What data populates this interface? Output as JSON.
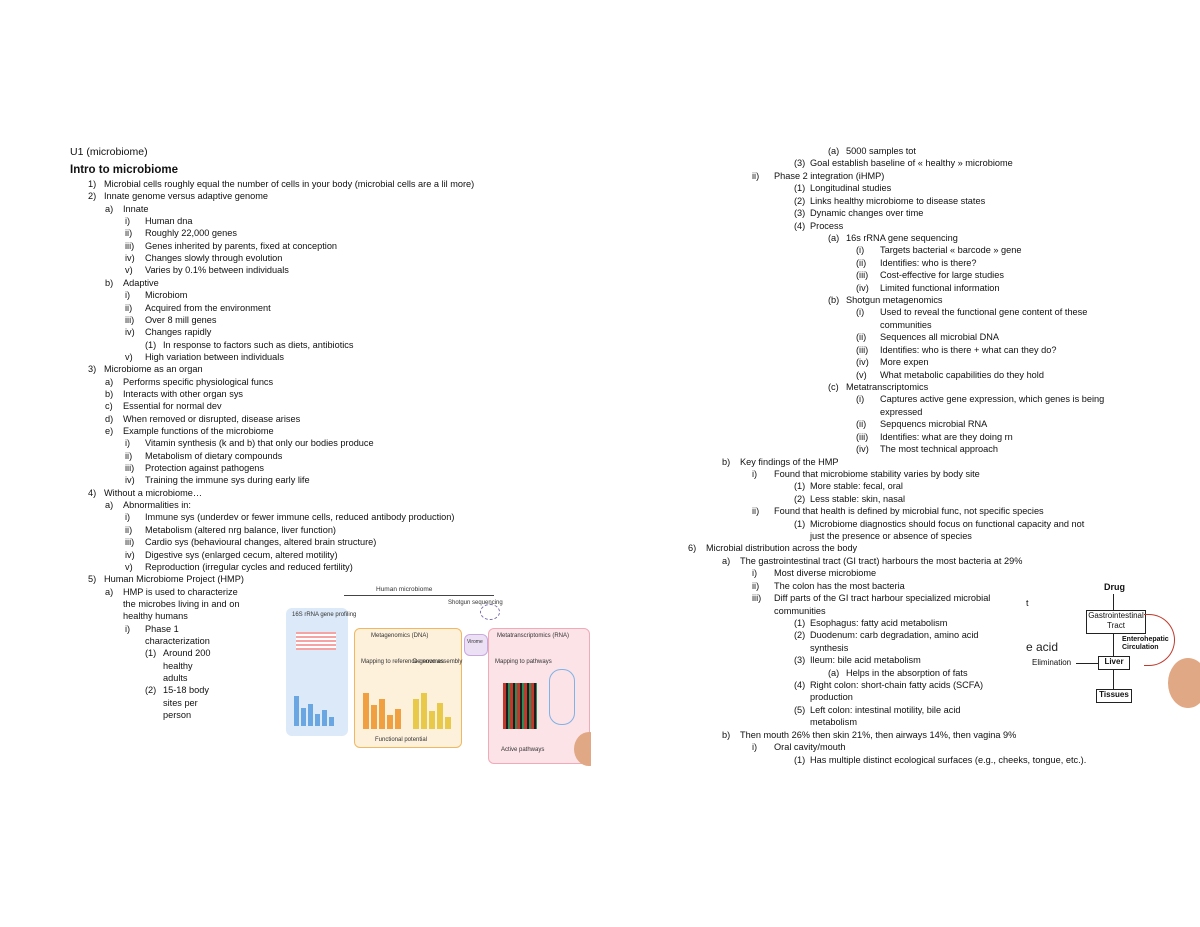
{
  "document_title": "U1 (microbiome)",
  "heading": "Intro to microbiome",
  "left": [
    {
      "m": "1)",
      "t": "Microbial cells roughly equal the number of cells in your body (microbial cells are a lil more)"
    },
    {
      "m": "2)",
      "t": "Innate genome versus adaptive genome"
    },
    {
      "m": "a)",
      "t": "Innate"
    },
    {
      "m": "i)",
      "t": "Human dna"
    },
    {
      "m": "ii)",
      "t": "Roughly 22,000 genes"
    },
    {
      "m": "iii)",
      "t": "Genes inherited by parents, fixed at conception"
    },
    {
      "m": "iv)",
      "t": "Changes slowly through evolution"
    },
    {
      "m": "v)",
      "t": "Varies by 0.1% between individuals"
    },
    {
      "m": "b)",
      "t": "Adaptive"
    },
    {
      "m": "i)",
      "t": "Microbiom"
    },
    {
      "m": "ii)",
      "t": "Acquired from the environment"
    },
    {
      "m": "iii)",
      "t": "Over 8 mill genes"
    },
    {
      "m": "iv)",
      "t": "Changes rapidly"
    },
    {
      "m": "(1)",
      "t": "In response to factors such as diets, antibiotics"
    },
    {
      "m": "v)",
      "t": "High variation between individuals"
    },
    {
      "m": "3)",
      "t": "Microbiome as an organ"
    },
    {
      "m": "a)",
      "t": "Performs specific physiological funcs"
    },
    {
      "m": "b)",
      "t": "Interacts with other organ sys"
    },
    {
      "m": "c)",
      "t": "Essential for normal dev"
    },
    {
      "m": "d)",
      "t": "When removed or disrupted, disease arises"
    },
    {
      "m": "e)",
      "t": "Example functions of the microbiome"
    },
    {
      "m": "i)",
      "t": "Vitamin synthesis (k and b) that only our bodies produce"
    },
    {
      "m": "ii)",
      "t": "Metabolism of dietary compounds"
    },
    {
      "m": "iii)",
      "t": "Protection against pathogens"
    },
    {
      "m": "iv)",
      "t": "Training the immune sys during early life"
    },
    {
      "m": "4)",
      "t": "Without a microbiome…"
    },
    {
      "m": "a)",
      "t": "Abnormalities in:"
    },
    {
      "m": "i)",
      "t": "Immune sys (underdev or fewer immune cells, reduced antibody production)"
    },
    {
      "m": "ii)",
      "t": "Metabolism (altered nrg balance, liver function)"
    },
    {
      "m": "iii)",
      "t": "Cardio sys (behavioural changes, altered brain structure)"
    },
    {
      "m": "iv)",
      "t": "Digestive sys (enlarged cecum, altered motility)"
    },
    {
      "m": "v)",
      "t": "Reproduction (irregular cycles and reduced fertility)"
    },
    {
      "m": "5)",
      "t": "Human Microbiome Project (HMP)"
    },
    {
      "m": "a)",
      "t": "HMP is used to characterize"
    },
    {
      "m": "",
      "t": "the microbes living in and on"
    },
    {
      "m": "",
      "t": "healthy humans"
    },
    {
      "m": "i)",
      "t": "Phase 1"
    },
    {
      "m": "",
      "t": "characterization"
    },
    {
      "m": "(1)",
      "t": "Around 200"
    },
    {
      "m": "",
      "t": "healthy"
    },
    {
      "m": "",
      "t": "adults"
    },
    {
      "m": "(2)",
      "t": "15-18 body"
    },
    {
      "m": "",
      "t": "sites per"
    },
    {
      "m": "",
      "t": "person"
    }
  ],
  "right": [
    {
      "m": "(a)",
      "t": "5000 samples tot"
    },
    {
      "m": "(3)",
      "t": "Goal establish baseline of « healthy » microbiome"
    },
    {
      "m": "ii)",
      "t": "Phase 2 integration (iHMP)"
    },
    {
      "m": "(1)",
      "t": "Longitudinal studies"
    },
    {
      "m": "(2)",
      "t": "Links healthy microbiome to disease states"
    },
    {
      "m": "(3)",
      "t": "Dynamic changes over time"
    },
    {
      "m": "(4)",
      "t": "Process"
    },
    {
      "m": "(a)",
      "t": "16s rRNA gene sequencing"
    },
    {
      "m": "(i)",
      "t": "Targets bacterial « barcode » gene"
    },
    {
      "m": "(ii)",
      "t": "Identifies: who is there?"
    },
    {
      "m": "(iii)",
      "t": "Cost-effective for large studies"
    },
    {
      "m": "(iv)",
      "t": "Limited functional information"
    },
    {
      "m": "(b)",
      "t": "Shotgun metagenomics"
    },
    {
      "m": "(i)",
      "t": "Used to reveal the functional gene content of these"
    },
    {
      "m": "",
      "t": "communities"
    },
    {
      "m": "(ii)",
      "t": "Sequences all microbial DNA"
    },
    {
      "m": "(iii)",
      "t": "Identifies: who is there + what can they do?"
    },
    {
      "m": "(iv)",
      "t": "More expen"
    },
    {
      "m": "(v)",
      "t": "What metabolic capabilities do they hold"
    },
    {
      "m": "(c)",
      "t": "Metatranscriptomics"
    },
    {
      "m": "(i)",
      "t": "Captures active gene expression, which genes is being"
    },
    {
      "m": "",
      "t": "expressed"
    },
    {
      "m": "(ii)",
      "t": "Sepquencs microbial RNA"
    },
    {
      "m": "(iii)",
      "t": "Identifies: what are they doing rn"
    },
    {
      "m": "(iv)",
      "t": "The most technical approach"
    },
    {
      "m": "b)",
      "t": "Key findings of the HMP"
    },
    {
      "m": "i)",
      "t": "Found that microbiome stability varies by body site"
    },
    {
      "m": "(1)",
      "t": "More stable: fecal, oral"
    },
    {
      "m": "(2)",
      "t": "Less stable: skin, nasal"
    },
    {
      "m": "ii)",
      "t": "Found that health is defined by microbial func, not specific species"
    },
    {
      "m": "(1)",
      "t": "Microbiome diagnostics should focus on functional capacity and not"
    },
    {
      "m": "",
      "t": "just the presence or absence of species"
    },
    {
      "m": "6)",
      "t": "Microbial distribution across the body"
    },
    {
      "m": "a)",
      "t": "The gastrointestinal tract (GI tract) harbours the most bacteria at 29%"
    },
    {
      "m": "i)",
      "t": "Most diverse microbiome"
    },
    {
      "m": "ii)",
      "t": "The colon has the most bacteria"
    },
    {
      "m": "iii)",
      "t": "Diff parts of the GI tract harbour specialized microbial"
    },
    {
      "m": "",
      "t": "communities"
    },
    {
      "m": "(1)",
      "t": "Esophagus: fatty acid metabolism"
    },
    {
      "m": "(2)",
      "t": "Duodenum: carb degradation, amino acid"
    },
    {
      "m": "",
      "t": "synthesis"
    },
    {
      "m": "(3)",
      "t": "Ileum: bile acid metabolism"
    },
    {
      "m": "(a)",
      "t": "Helps in the absorption of fats"
    },
    {
      "m": "(4)",
      "t": "Right colon: short-chain fatty acids (SCFA)"
    },
    {
      "m": "",
      "t": "production"
    },
    {
      "m": "(5)",
      "t": "Left colon: intestinal motility, bile acid"
    },
    {
      "m": "",
      "t": "metabolism"
    },
    {
      "m": "b)",
      "t": "Then mouth 26% then skin 21%, then airways 14%, then vagina 9%"
    },
    {
      "m": "i)",
      "t": "Oral cavity/mouth"
    },
    {
      "m": "(1)",
      "t": "Has multiple distinct ecological surfaces (e.g., cheeks, tongue, etc.)."
    }
  ],
  "figure_hmp": {
    "labels": [
      "Human microbiome",
      "16S rRNA gene profiling",
      "Shotgun sequencing",
      "Metagenomics (DNA)",
      "Virome",
      "Metatranscriptomics (RNA)",
      "Mapping to reference genomes",
      "De novo assembly",
      "Mapping to pathways",
      "Functional potential",
      "Active pathways"
    ],
    "colors": {
      "blue": "#7fb2e5",
      "orange": "#f0a040",
      "yellow": "#e8c94a",
      "purple": "#c9a8de",
      "pink": "#f2a9b8",
      "red": "#c0392b"
    }
  },
  "figure_liver": {
    "drug": "Drug",
    "gi": "Gastrointestinal Tract",
    "enterohepatic": "Enterohepatic Circulation",
    "elimination": "Elimination",
    "liver": "Liver",
    "tissues": "Tissues",
    "partial": "e acid",
    "mark": "t"
  }
}
